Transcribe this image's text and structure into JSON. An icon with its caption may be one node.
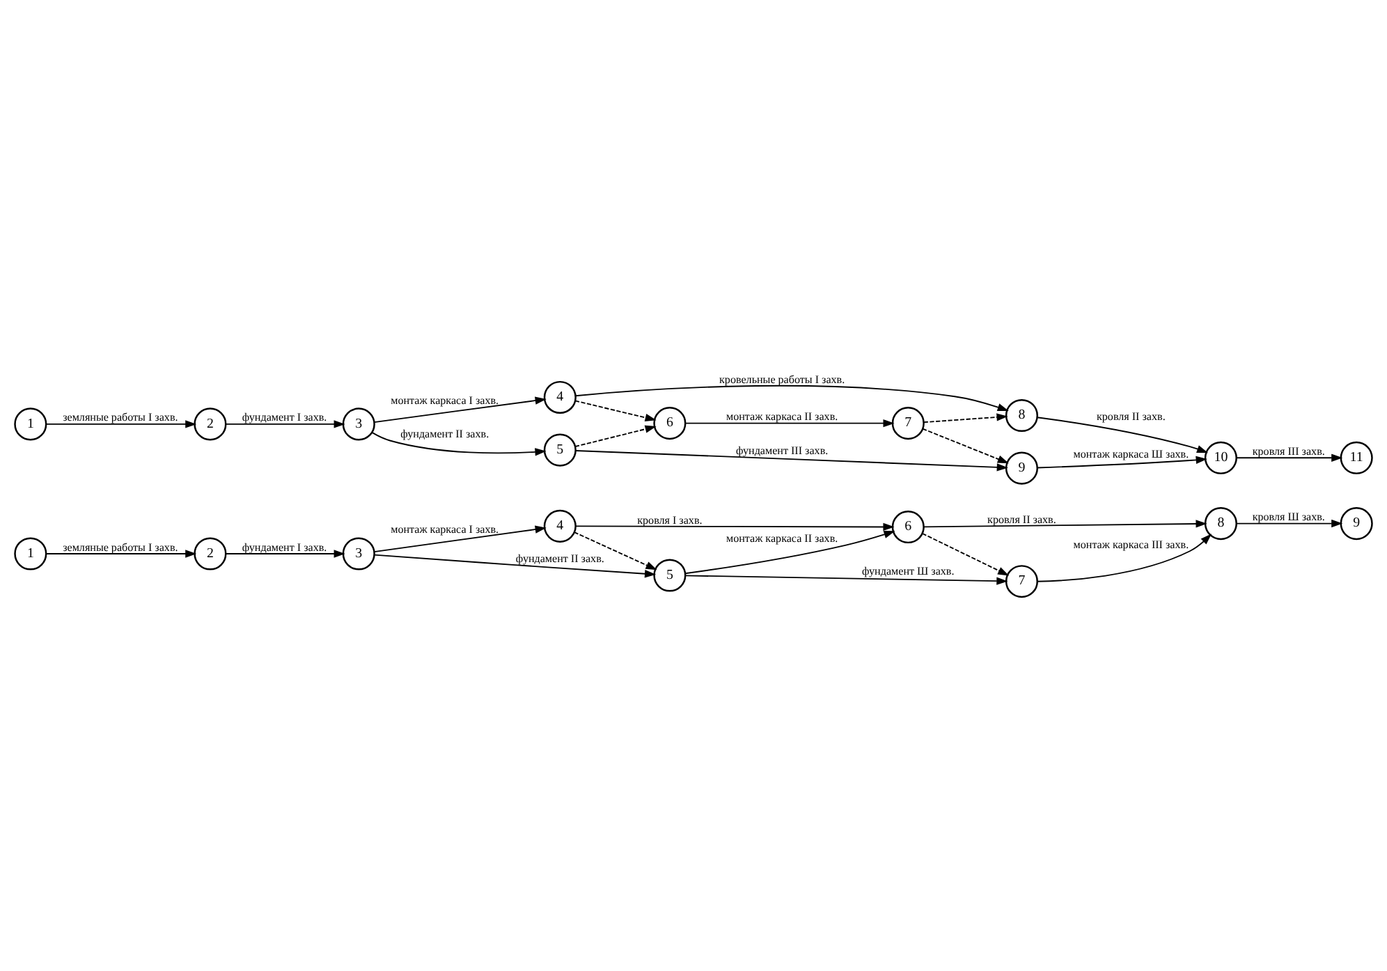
{
  "diagram": {
    "nodes": [
      {
        "text": [
          "1"
        ]
      },
      {
        "text": [
          "2"
        ]
      },
      {
        "text": [
          "3"
        ]
      },
      {
        "text": [
          "4"
        ]
      },
      {
        "text": [
          "5"
        ]
      },
      {
        "text": [
          "6"
        ]
      },
      {
        "text": [
          "7"
        ]
      },
      {
        "text": [
          "8"
        ]
      },
      {
        "text": [
          "9"
        ]
      },
      {
        "text": [
          "1"
        ]
      },
      {
        "text": [
          "2"
        ]
      },
      {
        "text": [
          "3"
        ]
      },
      {
        "text": [
          "4"
        ]
      },
      {
        "text": [
          "5"
        ]
      },
      {
        "text": [
          "6"
        ]
      },
      {
        "text": [
          "7"
        ]
      },
      {
        "text": [
          "8"
        ]
      },
      {
        "text": [
          "9"
        ]
      },
      {
        "text": [
          "10"
        ]
      },
      {
        "text": [
          "11"
        ]
      }
    ],
    "edges": [
      {
        "from": 0,
        "to": 1,
        "arrow": "to",
        "label": "земляные работы I захв."
      },
      {
        "from": 1,
        "to": 2,
        "arrow": "to",
        "label": "фундамент I захв."
      },
      {
        "from": 2,
        "to": 3,
        "arrow": "to",
        "label": "монтаж каркаса I захв."
      },
      {
        "from": 3,
        "to": 5,
        "arrow": "to",
        "label": "кровля I захв."
      },
      {
        "from": 2,
        "to": 4,
        "arrow": "to",
        "label": "фундамент II захв."
      },
      {
        "from": 3,
        "to": 4,
        "arrow": "to",
        "style": "dashed"
      },
      {
        "from": 4,
        "to": 5,
        "arrow": "to",
        "label": "монтаж каркаса II захв."
      },
      {
        "from": 5,
        "to": 7,
        "arrow": "to",
        "label": "кровля II захв."
      },
      {
        "from": 4,
        "to": 6,
        "arrow": "to",
        "label": "фундамент Ш захв."
      },
      {
        "from": 5,
        "to": 6,
        "arrow": "to",
        "style": "dashed"
      },
      {
        "from": 6,
        "to": 7,
        "arrow": "to",
        "label": "монтаж каркаса III захв."
      },
      {
        "from": 7,
        "to": 8,
        "arrow": "to",
        "label": "кровля Ш захв."
      },
      {
        "from": 9,
        "to": 10,
        "arrow": "to",
        "label": "земляные работы I захв."
      },
      {
        "from": 10,
        "to": 11,
        "arrow": "to",
        "label": "фундамент I захв."
      },
      {
        "from": 11,
        "to": 12,
        "arrow": "to",
        "label": "монтаж каркаса I захв."
      },
      {
        "from": 12,
        "to": 16,
        "arrow": "to",
        "label": "кровельные работы I захв."
      },
      {
        "from": 11,
        "to": 13,
        "arrow": "to",
        "label": "фундамент II захв."
      },
      {
        "from": 12,
        "to": 14,
        "arrow": "to",
        "style": "dashed"
      },
      {
        "from": 13,
        "to": 14,
        "arrow": "to",
        "style": "dashed"
      },
      {
        "from": 14,
        "to": 15,
        "arrow": "to",
        "label": "монтаж каркаса II захв."
      },
      {
        "from": 15,
        "to": 16,
        "arrow": "to",
        "style": "dashed"
      },
      {
        "from": 16,
        "to": 18,
        "arrow": "to",
        "label": "кровля II захв."
      },
      {
        "from": 15,
        "to": 17,
        "arrow": "to",
        "style": "dashed"
      },
      {
        "from": 13,
        "to": 17,
        "arrow": "to",
        "label": "фундамент III захв."
      },
      {
        "from": 17,
        "to": 18,
        "arrow": "to",
        "label": "монтаж каркаса Ш захв."
      },
      {
        "from": 18,
        "to": 19,
        "arrow": "to",
        "label": "кровля III захв."
      }
    ]
  }
}
